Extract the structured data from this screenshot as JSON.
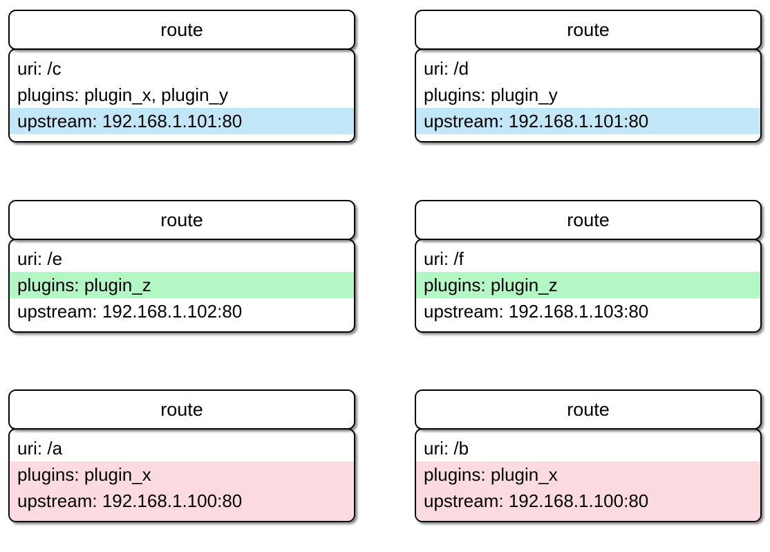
{
  "diagram": {
    "title_label": "route",
    "cards": [
      {
        "id": "route-c",
        "header": "route",
        "position": {
          "row": 1,
          "col": "left"
        },
        "lines": [
          {
            "text": "uri: /c",
            "highlight": "none",
            "field": "uri"
          },
          {
            "text": "plugins: plugin_x, plugin_y",
            "highlight": "none",
            "field": "plugins"
          },
          {
            "text": "upstream: 192.168.1.101:80",
            "highlight": "blue",
            "field": "upstream"
          }
        ],
        "group_highlight": "none"
      },
      {
        "id": "route-d",
        "header": "route",
        "position": {
          "row": 1,
          "col": "right"
        },
        "lines": [
          {
            "text": "uri: /d",
            "highlight": "none",
            "field": "uri"
          },
          {
            "text": "plugins: plugin_y",
            "highlight": "none",
            "field": "plugins"
          },
          {
            "text": "upstream: 192.168.1.101:80",
            "highlight": "blue",
            "field": "upstream"
          }
        ],
        "group_highlight": "none"
      },
      {
        "id": "route-e",
        "header": "route",
        "position": {
          "row": 2,
          "col": "left"
        },
        "lines": [
          {
            "text": "uri: /e",
            "highlight": "none",
            "field": "uri"
          },
          {
            "text": "plugins: plugin_z",
            "highlight": "green",
            "field": "plugins"
          },
          {
            "text": "upstream: 192.168.1.102:80",
            "highlight": "none",
            "field": "upstream"
          }
        ],
        "group_highlight": "none"
      },
      {
        "id": "route-f",
        "header": "route",
        "position": {
          "row": 2,
          "col": "right"
        },
        "lines": [
          {
            "text": "uri: /f",
            "highlight": "none",
            "field": "uri"
          },
          {
            "text": "plugins: plugin_z",
            "highlight": "green",
            "field": "plugins"
          },
          {
            "text": "upstream: 192.168.1.103:80",
            "highlight": "none",
            "field": "upstream"
          }
        ],
        "group_highlight": "none"
      },
      {
        "id": "route-a",
        "header": "route",
        "position": {
          "row": 3,
          "col": "left"
        },
        "lines": [
          {
            "text": "uri: /a",
            "highlight": "none",
            "field": "uri"
          },
          {
            "text": "plugins: plugin_x",
            "highlight": "group",
            "field": "plugins"
          },
          {
            "text": "upstream: 192.168.1.100:80",
            "highlight": "group",
            "field": "upstream"
          }
        ],
        "group_highlight": "pink"
      },
      {
        "id": "route-b",
        "header": "route",
        "position": {
          "row": 3,
          "col": "right"
        },
        "lines": [
          {
            "text": "uri: /b",
            "highlight": "none",
            "field": "uri"
          },
          {
            "text": "plugins: plugin_x",
            "highlight": "group",
            "field": "plugins"
          },
          {
            "text": "upstream: 192.168.1.100:80",
            "highlight": "group",
            "field": "upstream"
          }
        ],
        "group_highlight": "pink"
      }
    ],
    "colors": {
      "highlight_blue": "#c2e7f8",
      "highlight_green": "#b3f7c4",
      "highlight_pink": "#fbdbe1",
      "border": "#000000",
      "card_background": "#ffffff",
      "text": "#000000",
      "page_background": "#ffffff"
    }
  }
}
